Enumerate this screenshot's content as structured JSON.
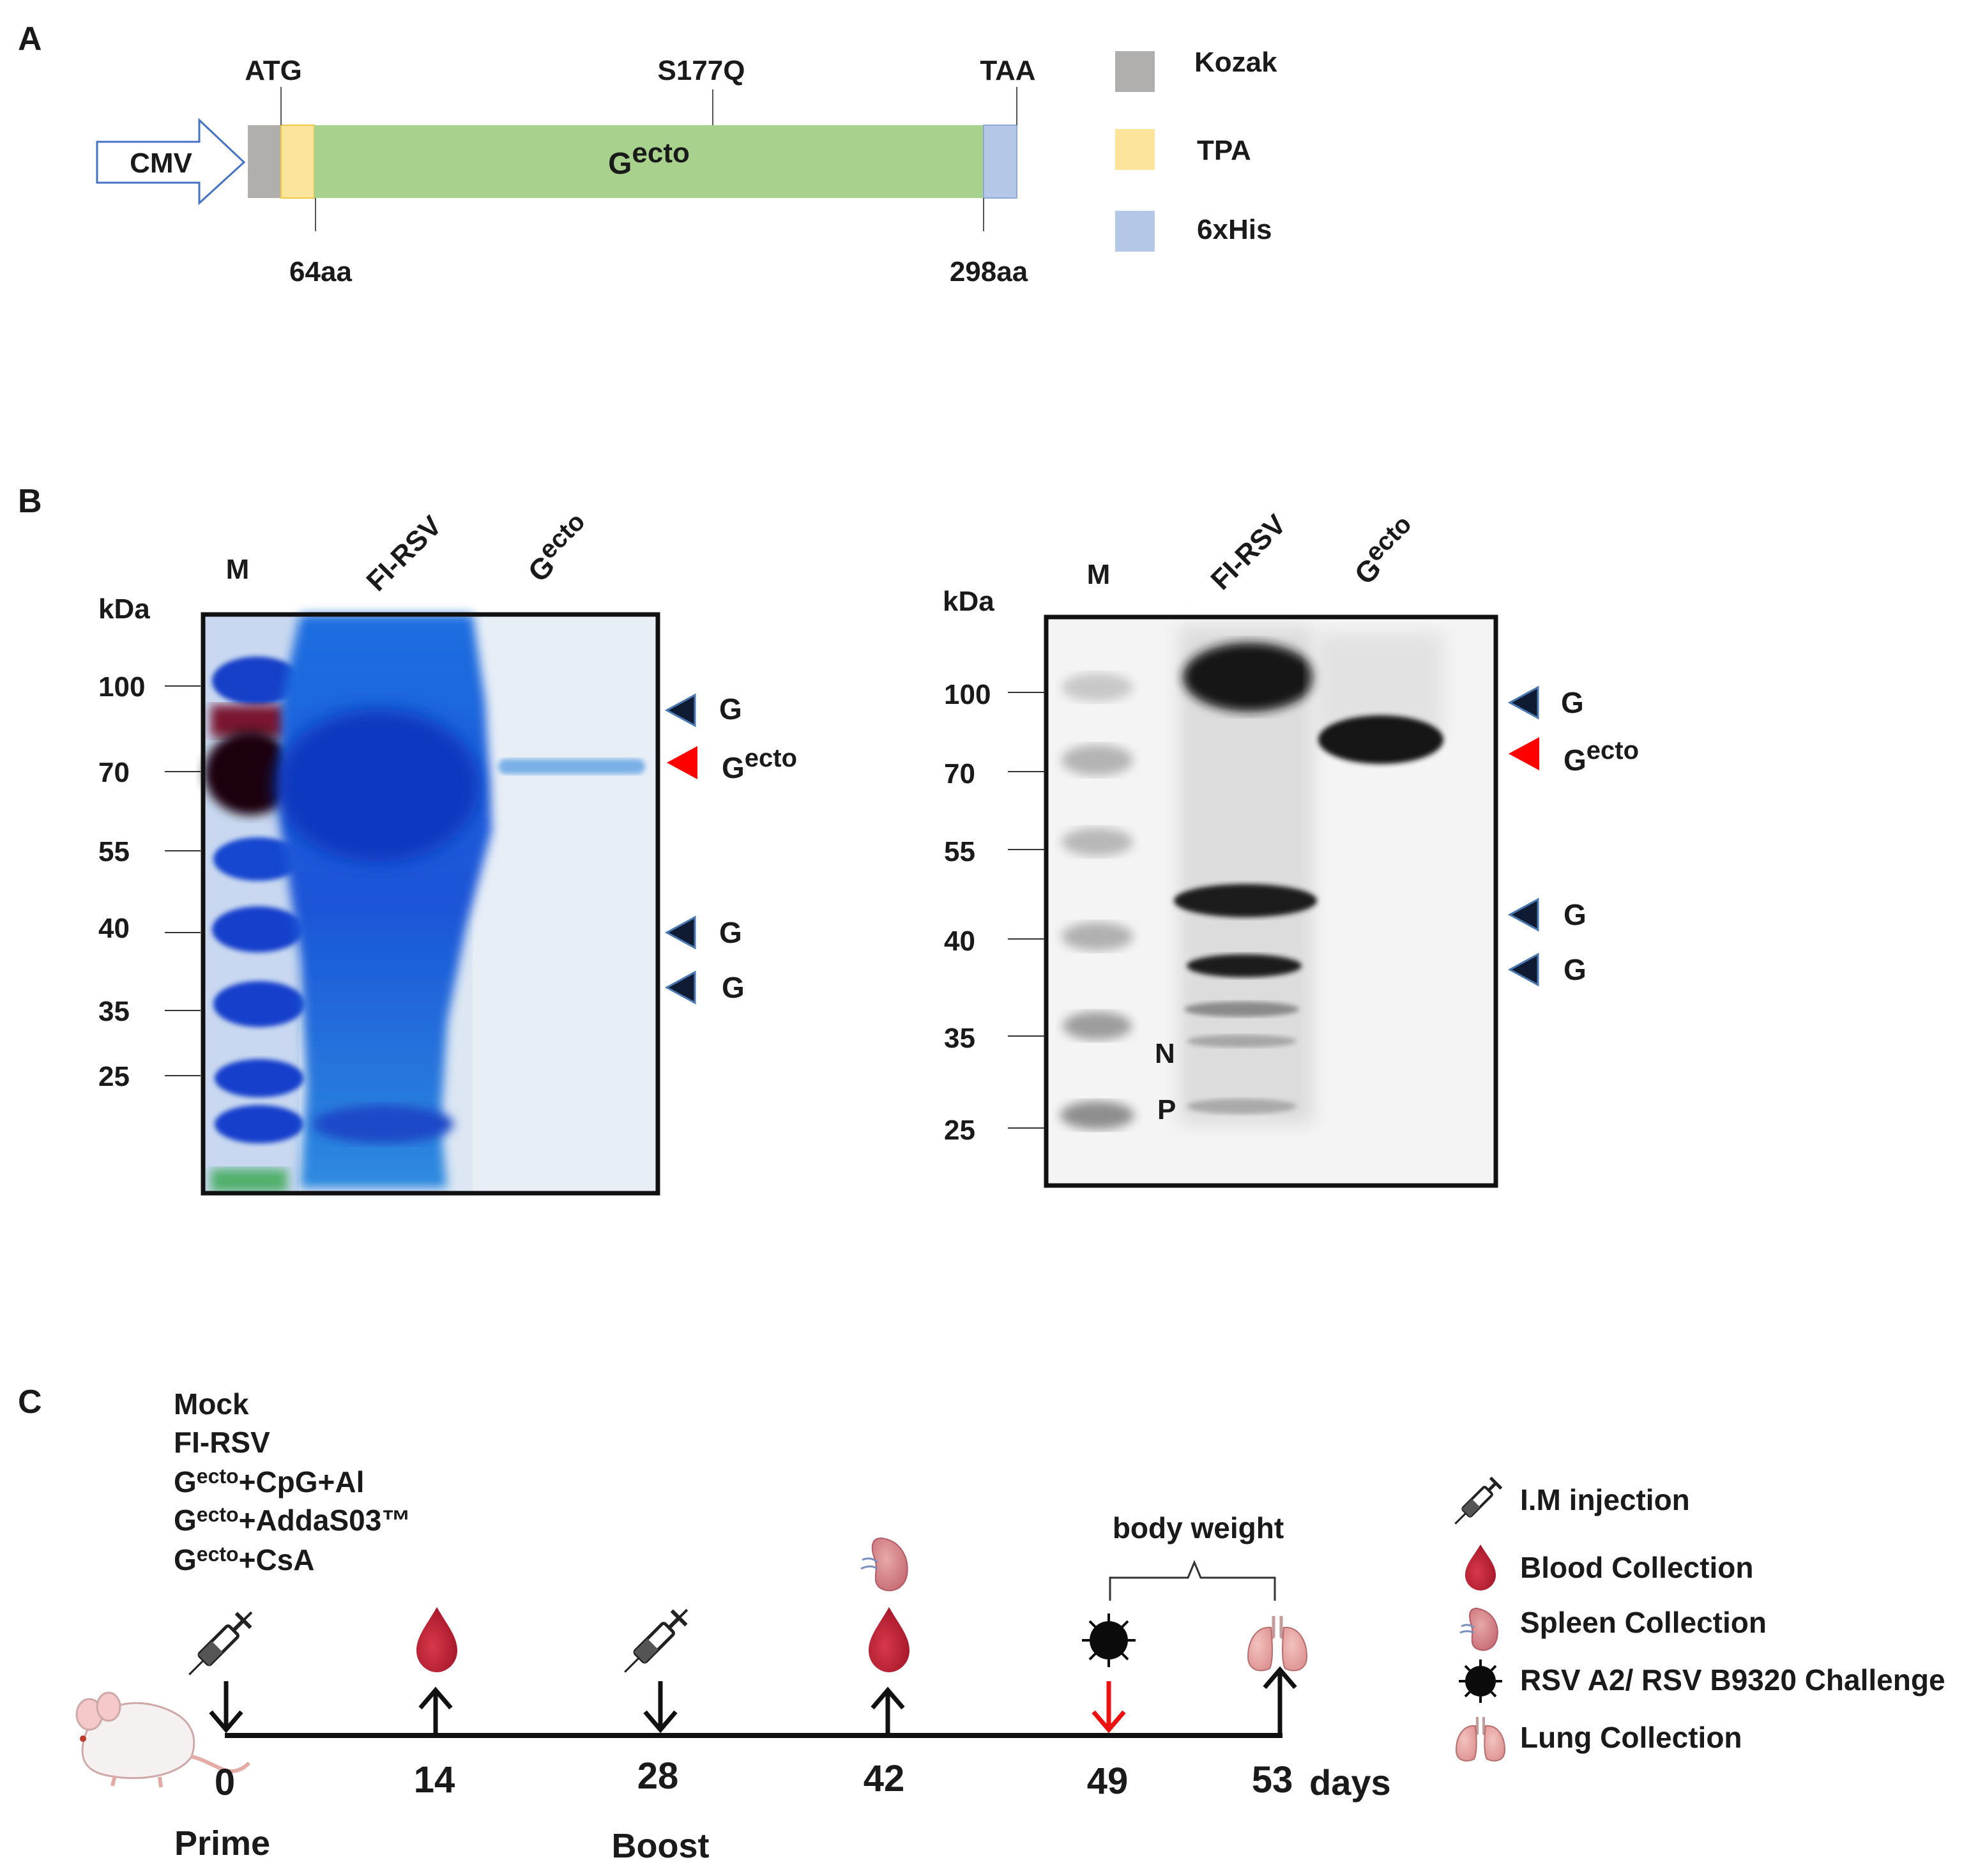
{
  "panel_a": {
    "label": "A",
    "promoter": "CMV",
    "start_codon": "ATG",
    "mutation": "S177Q",
    "stop_codon": "TAA",
    "gene_base": "G",
    "gene_sup": "ecto",
    "pos_start": "64aa",
    "pos_end": "298aa",
    "legend": [
      {
        "label": "Kozak",
        "color": "#b1aeae"
      },
      {
        "label": "TPA",
        "color": "#fde49c"
      },
      {
        "label": "6xHis",
        "color": "#b4c7e7"
      }
    ],
    "gene_color": "#a9d18e"
  },
  "panel_b": {
    "label": "B",
    "kda_title": "kDa",
    "lane_m": "M",
    "lane_fi": "FI-RSV",
    "lane_g_base": "G",
    "lane_g_sup": "ecto",
    "left_markers": [
      "100",
      "70",
      "55",
      "40",
      "35",
      "25"
    ],
    "right_markers": [
      "100",
      "70",
      "55",
      "40",
      "35",
      "25"
    ],
    "arrow_g": "G",
    "arrow_gecto_base": "G",
    "arrow_gecto_sup": "ecto",
    "band_n": "N",
    "band_p": "P"
  },
  "panel_c": {
    "label": "C",
    "groups": [
      {
        "base": "Mock",
        "sup": "",
        "rest": ""
      },
      {
        "base": "FI-RSV",
        "sup": "",
        "rest": ""
      },
      {
        "base": "G",
        "sup": "ecto",
        "rest": "+CpG+Al"
      },
      {
        "base": "G",
        "sup": "ecto",
        "rest": "+AddaS03™"
      },
      {
        "base": "G",
        "sup": "ecto",
        "rest": "+CsA"
      }
    ],
    "days": [
      "0",
      "14",
      "28",
      "42",
      "49",
      "53"
    ],
    "days_unit": "days",
    "prime": "Prime",
    "boost": "Boost",
    "body_weight": "body weight",
    "legend": [
      {
        "icon": "syringe-icon",
        "label": "I.M injection"
      },
      {
        "icon": "blood-drop-icon",
        "label": "Blood Collection"
      },
      {
        "icon": "spleen-icon",
        "label": "Spleen Collection"
      },
      {
        "icon": "virus-icon",
        "label": "RSV A2/ RSV B9320 Challenge"
      },
      {
        "icon": "lung-icon",
        "label": "Lung Collection"
      }
    ]
  }
}
